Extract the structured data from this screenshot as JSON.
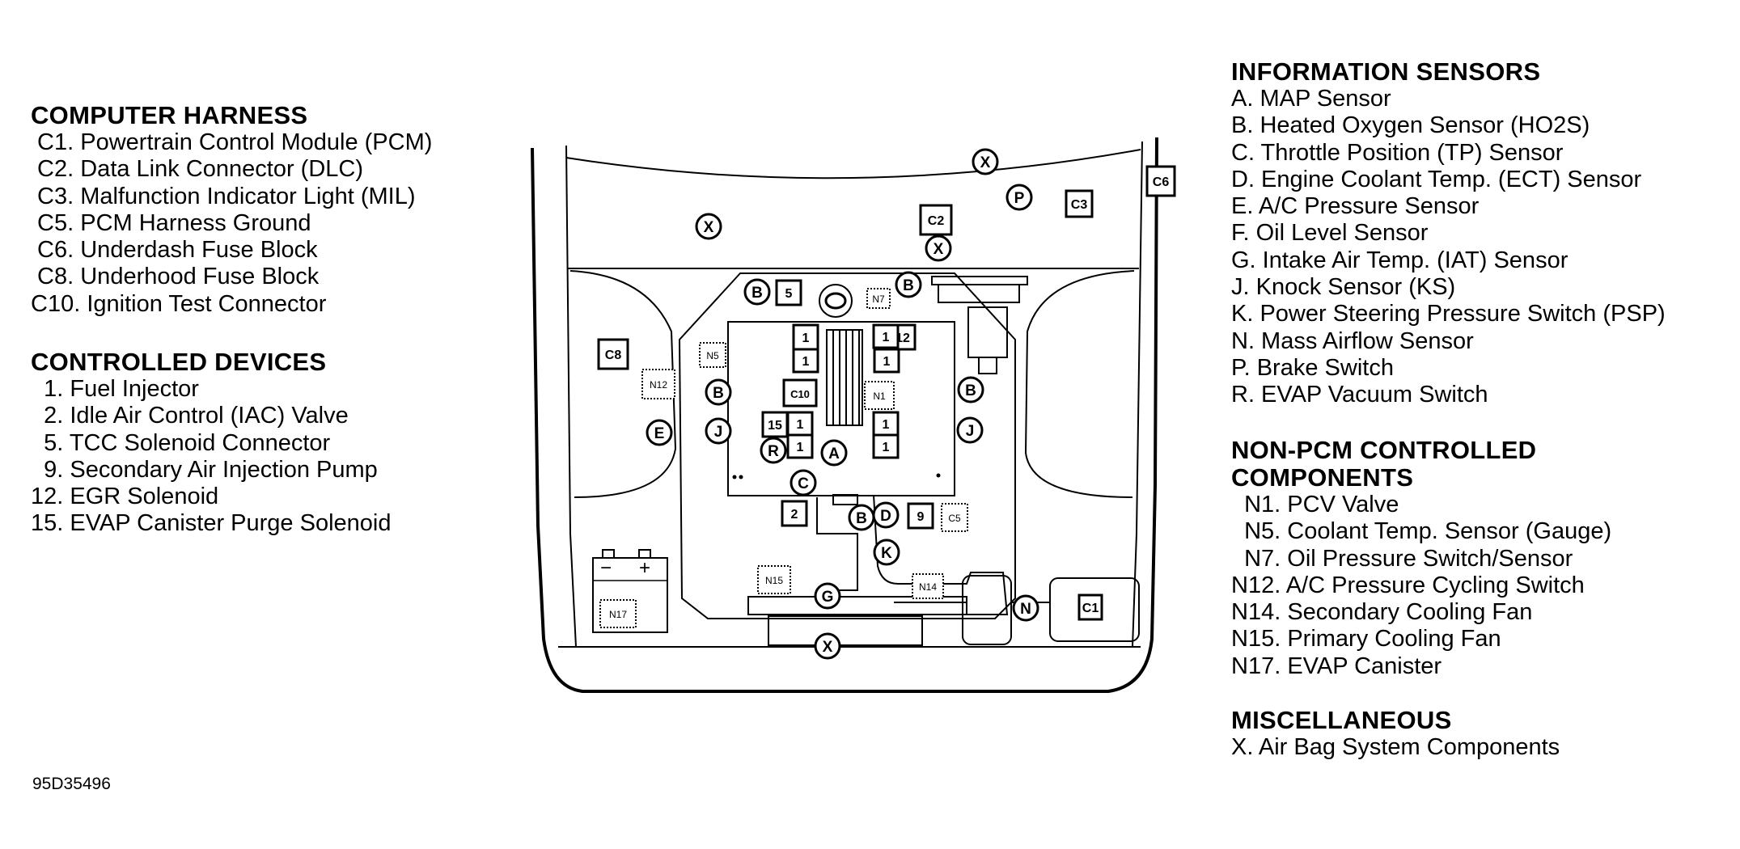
{
  "computer_harness": {
    "title": "COMPUTER HARNESS",
    "items": [
      " C1. Powertrain Control Module (PCM)",
      " C2. Data Link Connector (DLC)",
      " C3. Malfunction Indicator Light (MIL)",
      " C5. PCM Harness Ground",
      " C6. Underdash Fuse Block",
      " C8. Underhood Fuse Block",
      "C10. Ignition Test Connector"
    ]
  },
  "controlled_devices": {
    "title": "CONTROLLED DEVICES",
    "items": [
      "  1. Fuel Injector",
      "  2. Idle Air Control (IAC) Valve",
      "  5. TCC Solenoid Connector",
      "  9. Secondary Air Injection Pump",
      "12. EGR Solenoid",
      "15. EVAP Canister Purge Solenoid"
    ]
  },
  "information_sensors": {
    "title": "INFORMATION SENSORS",
    "items": [
      "A. MAP Sensor",
      "B. Heated Oxygen Sensor (HO2S)",
      "C. Throttle Position (TP) Sensor",
      "D. Engine Coolant Temp. (ECT) Sensor",
      "E. A/C Pressure Sensor",
      "F. Oil Level Sensor",
      "G. Intake Air Temp. (IAT) Sensor",
      "J. Knock Sensor (KS)",
      "K. Power Steering Pressure Switch (PSP)",
      "N. Mass Airflow Sensor",
      "P. Brake Switch",
      "R. EVAP Vacuum Switch"
    ]
  },
  "non_pcm": {
    "title_line1": "NON-PCM CONTROLLED",
    "title_line2": "COMPONENTS",
    "items": [
      "  N1. PCV Valve",
      "  N5. Coolant Temp. Sensor (Gauge)",
      "  N7. Oil Pressure Switch/Sensor",
      "N12. A/C Pressure Cycling Switch",
      "N14. Secondary Cooling Fan",
      "N15. Primary Cooling Fan",
      "N17. EVAP Canister"
    ]
  },
  "miscellaneous": {
    "title": "MISCELLANEOUS",
    "items": [
      "X. Air Bag System Components"
    ]
  },
  "figure_code": "95D35496",
  "diagram_labels": {
    "circles": [
      "X",
      "X",
      "X",
      "X",
      "P",
      "B",
      "B",
      "B",
      "B",
      "B",
      "J",
      "J",
      "E",
      "R",
      "A",
      "C",
      "D",
      "K",
      "G",
      "N"
    ],
    "boxes": [
      "C2",
      "C3",
      "C6",
      "C8",
      "C1",
      "5",
      "1",
      "12",
      "15",
      "2",
      "9",
      "C10"
    ],
    "dotted": [
      "N7",
      "N5",
      "N12",
      "N1",
      "C5",
      "N14",
      "N15",
      "N17"
    ],
    "battery_minus": "−",
    "battery_plus": "+"
  }
}
